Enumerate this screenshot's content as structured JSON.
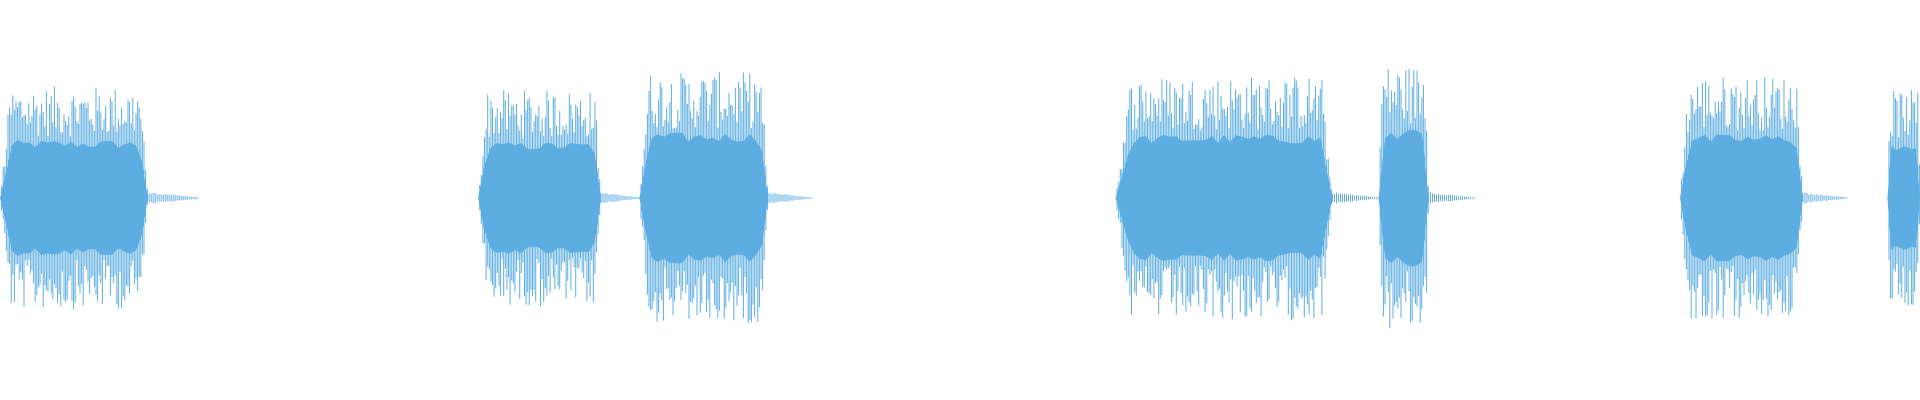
{
  "waveform": {
    "color": "#5dade2",
    "background": "#ffffff",
    "segments": [
      {
        "kind": "burst",
        "start": 0.0,
        "end": 0.077,
        "amplitude": 0.62
      },
      {
        "kind": "tail",
        "start": 0.077,
        "end": 0.104,
        "amplitude": 0.03
      },
      {
        "kind": "burst",
        "start": 0.249,
        "end": 0.313,
        "amplitude": 0.6
      },
      {
        "kind": "tail",
        "start": 0.313,
        "end": 0.333,
        "amplitude": 0.03
      },
      {
        "kind": "burst",
        "start": 0.333,
        "end": 0.4,
        "amplitude": 0.7
      },
      {
        "kind": "tail",
        "start": 0.4,
        "end": 0.423,
        "amplitude": 0.03
      },
      {
        "kind": "burst",
        "start": 0.581,
        "end": 0.694,
        "amplitude": 0.68
      },
      {
        "kind": "tail",
        "start": 0.694,
        "end": 0.718,
        "amplitude": 0.03
      },
      {
        "kind": "burst",
        "start": 0.718,
        "end": 0.744,
        "amplitude": 0.74
      },
      {
        "kind": "tail",
        "start": 0.744,
        "end": 0.768,
        "amplitude": 0.03
      },
      {
        "kind": "burst",
        "start": 0.875,
        "end": 0.939,
        "amplitude": 0.68
      },
      {
        "kind": "tail",
        "start": 0.939,
        "end": 0.962,
        "amplitude": 0.03
      },
      {
        "kind": "burst",
        "start": 0.983,
        "end": 1.0,
        "amplitude": 0.6
      }
    ]
  }
}
